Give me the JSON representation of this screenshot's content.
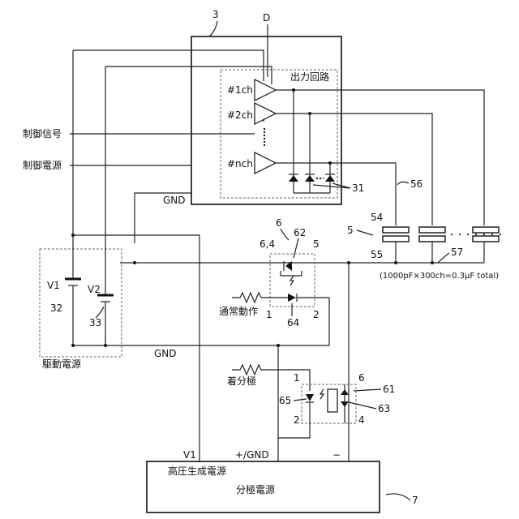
{
  "labels": {
    "ref_3": "3",
    "ref_D": "D",
    "output_circuit": "出力回路",
    "ch1": "#1ch",
    "ch2": "#2ch",
    "chn": "#nch",
    "control_signal": "制御信号",
    "control_power": "制御電源",
    "gnd_top": "GND",
    "ref_31": "31",
    "ref_56": "56",
    "ref_5": "5",
    "ref_54": "54",
    "ref_55": "55",
    "ref_57": "57",
    "capacitance_note": "(1000pF×300ch=0.3µF total)",
    "ref_6": "6",
    "ref_64_top": "6,4",
    "ref_62": "62",
    "ref_5b": "5",
    "normal_operation": "通常動作",
    "pin_1a": "1",
    "pin_2a": "2",
    "ref_64": "64",
    "v1": "V1",
    "v2": "V2",
    "ref_32": "32",
    "ref_33": "33",
    "gnd_mid": "GND",
    "drive_power": "駆動電源",
    "attach_pole": "着分極",
    "pin_1b": "1",
    "pin_6": "6",
    "ref_61": "61",
    "ref_65": "65",
    "ref_63": "63",
    "pin_2b": "2",
    "pin_4": "4",
    "v1_bottom": "V1",
    "plus_gnd": "+/GND",
    "minus": "−",
    "hv_gen": "高圧生成電源",
    "polarization_power": "分極電源",
    "ref_7": "7",
    "dots_cap": "・・・・・・・",
    "dots_ch": "・・・"
  }
}
